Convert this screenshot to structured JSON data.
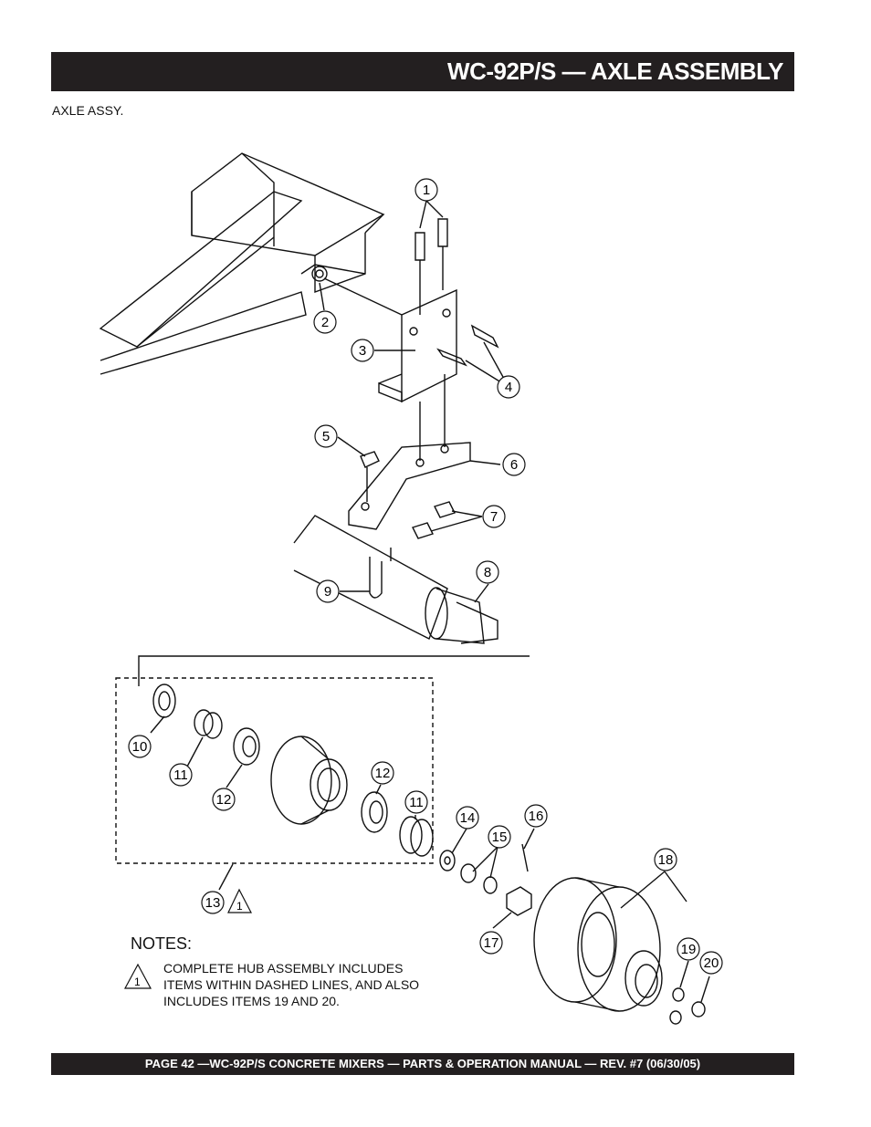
{
  "header": {
    "title": "WC-92P/S  — AXLE ASSEMBLY"
  },
  "subtitle": "AXLE ASSY.",
  "callouts": [
    "1",
    "2",
    "3",
    "4",
    "5",
    "6",
    "7",
    "8",
    "9",
    "10",
    "11",
    "12",
    "12",
    "11",
    "13",
    "14",
    "15",
    "16",
    "17",
    "18",
    "19",
    "20"
  ],
  "notes": {
    "title": "NOTES:",
    "symbol": "1",
    "lines": [
      "COMPLETE HUB ASSEMBLY INCLUDES",
      "ITEMS WITHIN DASHED LINES, AND ALSO",
      "INCLUDES ITEMS 19 AND 20."
    ]
  },
  "footer": {
    "text": "PAGE 42 —WC-92P/S CONCRETE MIXERS — PARTS & OPERATION MANUAL — REV. #7 (06/30/05)"
  }
}
